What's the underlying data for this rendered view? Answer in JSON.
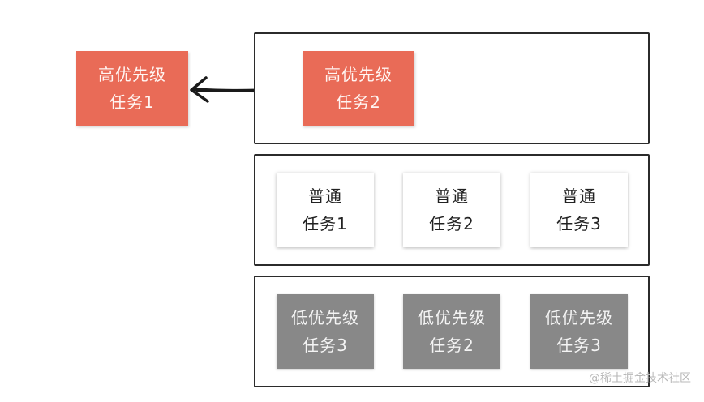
{
  "moved_task": {
    "line1": "高优先级",
    "line2": "任务1"
  },
  "lanes": {
    "high": {
      "tasks": [
        {
          "line1": "高优先级",
          "line2": "任务2"
        }
      ]
    },
    "normal": {
      "tasks": [
        {
          "line1": "普通",
          "line2": "任务1"
        },
        {
          "line1": "普通",
          "line2": "任务2"
        },
        {
          "line1": "普通",
          "line2": "任务3"
        }
      ]
    },
    "low": {
      "tasks": [
        {
          "line1": "低优先级",
          "line2": "任务3"
        },
        {
          "line1": "低优先级",
          "line2": "任务2"
        },
        {
          "line1": "低优先级",
          "line2": "任务3"
        }
      ]
    }
  },
  "colors": {
    "high_task": "#e96b57",
    "normal_task": "#ffffff",
    "low_task": "#888888",
    "lane_border": "#2b2b2b",
    "arrow": "#1a1a1a"
  },
  "watermark": "@稀土掘金技术社区"
}
